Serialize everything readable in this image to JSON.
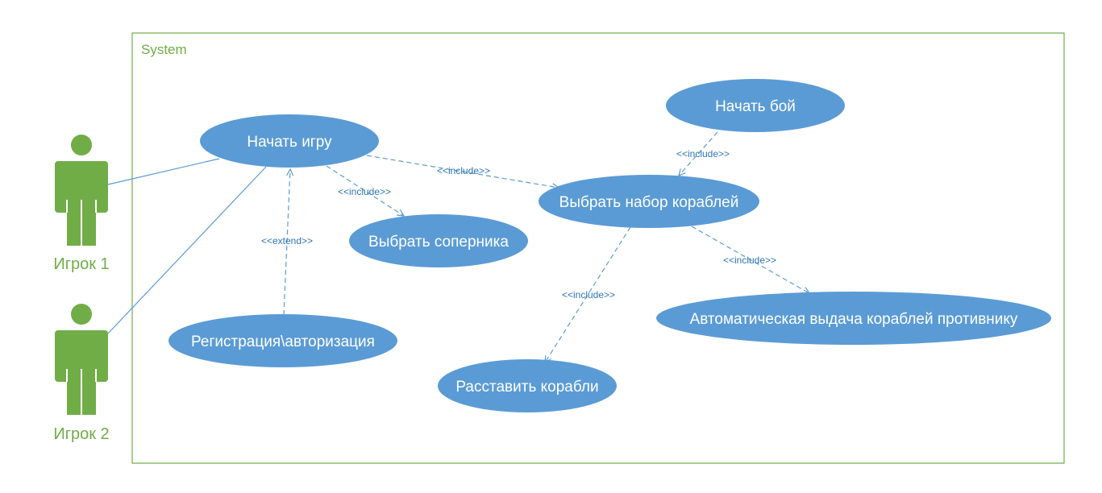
{
  "system": {
    "label": "System"
  },
  "actors": [
    {
      "id": "player1",
      "label": "Игрок 1"
    },
    {
      "id": "player2",
      "label": "Игрок 2"
    }
  ],
  "use_cases": [
    {
      "id": "start_game",
      "label": "Начать игру"
    },
    {
      "id": "choose_opponent",
      "label": "Выбрать соперника"
    },
    {
      "id": "registration",
      "label": "Регистрация\\авторизация"
    },
    {
      "id": "choose_ships",
      "label": "Выбрать набор кораблей"
    },
    {
      "id": "start_battle",
      "label": "Начать бой"
    },
    {
      "id": "place_ships",
      "label": "Расставить корабли"
    },
    {
      "id": "auto_ships",
      "label": "Автоматическая выдача кораблей противнику"
    }
  ],
  "relations": {
    "include": "<<include>>",
    "extend": "<<extend>>"
  },
  "colors": {
    "use_case_fill": "#5b9bd5",
    "line": "#5b9bd5",
    "actor": "#70ad47",
    "system_border": "#70ad47",
    "relation_text": "#2e75b6"
  }
}
